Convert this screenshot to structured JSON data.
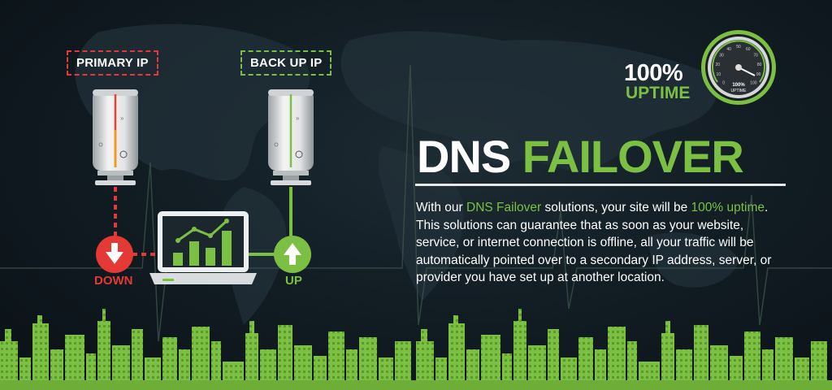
{
  "labels": {
    "primary": "PRIMARY IP",
    "backup": "BACK UP IP",
    "down": "DOWN",
    "up": "UP"
  },
  "badge": {
    "percent": "100%",
    "word": "UPTIME",
    "gauge_percent": "100%",
    "gauge_word": "UPTIME",
    "gauge_ticks": [
      "0",
      "10",
      "20",
      "30",
      "40",
      "50",
      "60",
      "70",
      "80",
      "90",
      "100"
    ]
  },
  "title": {
    "part1": "DNS",
    "part2": "FAILOVER"
  },
  "description": {
    "p1": "With our ",
    "hl1": "DNS Failover",
    "p2": " solutions, your site will be ",
    "hl2": "100% uptime",
    "p3": ". This solutions can guarantee that as soon as your website, service, or internet connection is offline, all your traffic will be automatically pointed over to a secondary IP address, server, or provider you have set up at another location."
  },
  "colors": {
    "green": "#7bc043",
    "red": "#e53935",
    "background": "#121d24"
  },
  "icons": {
    "down": "arrow-down-icon",
    "up": "arrow-up-icon",
    "laptop": "laptop-chart-icon",
    "gauge": "speedometer-icon"
  }
}
